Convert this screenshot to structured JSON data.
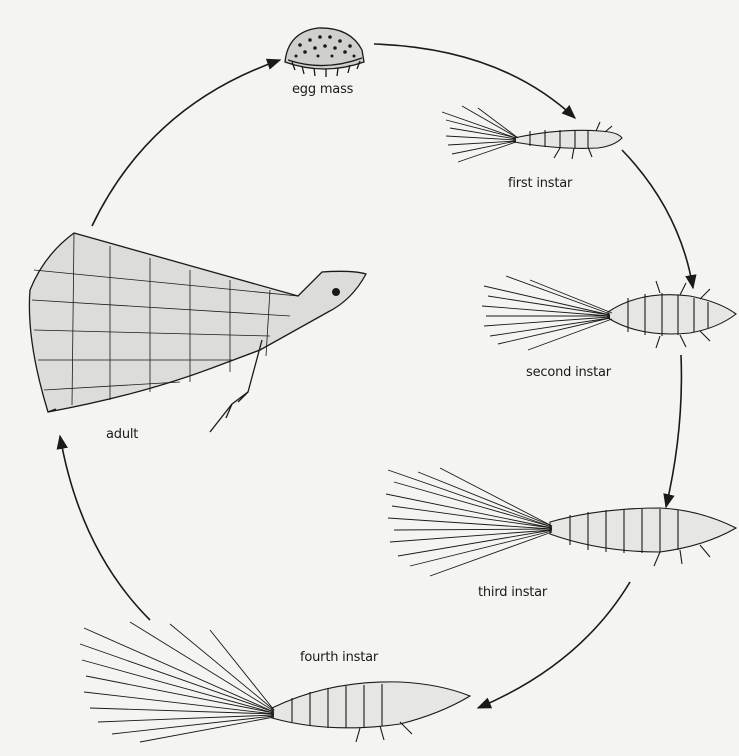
{
  "diagram": {
    "stages": [
      {
        "id": "egg-mass",
        "label": "egg mass"
      },
      {
        "id": "first-instar",
        "label": "first instar"
      },
      {
        "id": "second-instar",
        "label": "second instar"
      },
      {
        "id": "third-instar",
        "label": "third instar"
      },
      {
        "id": "fourth-instar",
        "label": "fourth instar"
      },
      {
        "id": "adult",
        "label": "adult"
      }
    ],
    "colors": {
      "ink": "#1a1a1a",
      "paper": "#f4f4f2"
    }
  }
}
